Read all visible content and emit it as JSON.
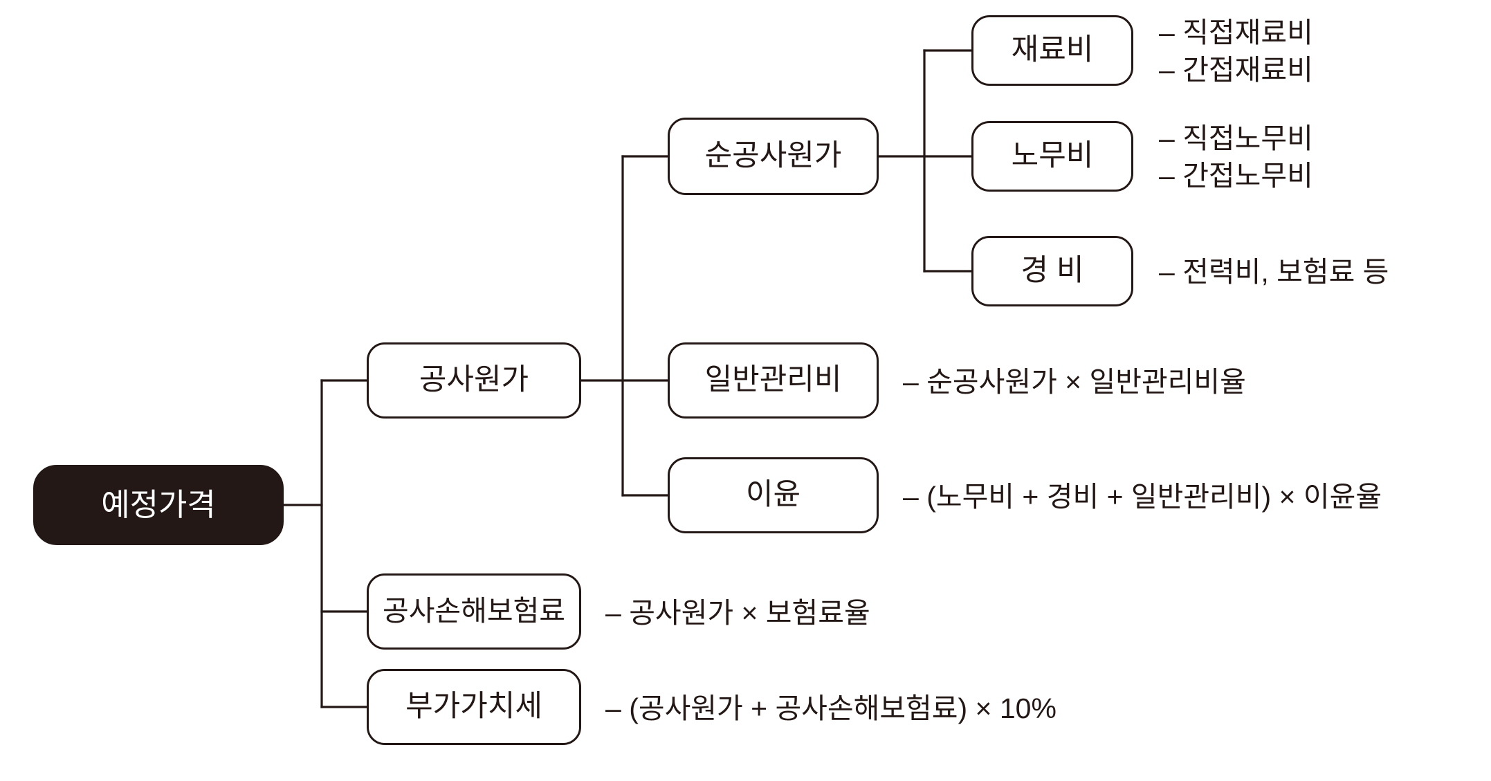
{
  "diagram": {
    "title_node": "예정가격",
    "accent_color": "#231815",
    "background_color": "#ffffff",
    "root_text_color": "#ffffff"
  },
  "nodes": {
    "root": "예정가격",
    "construction_cost": "공사원가",
    "net_construction_cost": "순공사원가",
    "material_cost": "재료비",
    "labor_cost": "노무비",
    "expenses": "경  비",
    "general_admin_cost": "일반관리비",
    "profit": "이윤",
    "construction_damage_insurance": "공사손해보험료",
    "vat": "부가가치세"
  },
  "annotations": {
    "material_cost": [
      "– 직접재료비",
      "– 간접재료비"
    ],
    "labor_cost": [
      "– 직접노무비",
      "– 간접노무비"
    ],
    "expenses": [
      "– 전력비, 보험료 등"
    ],
    "general_admin_cost": [
      "– 순공사원가 × 일반관리비율"
    ],
    "profit": [
      "– (노무비 + 경비 + 일반관리비) × 이윤율"
    ],
    "construction_damage_insurance": [
      "– 공사원가 × 보험료율"
    ],
    "vat": [
      "– (공사원가 + 공사손해보험료) × 10%"
    ]
  }
}
